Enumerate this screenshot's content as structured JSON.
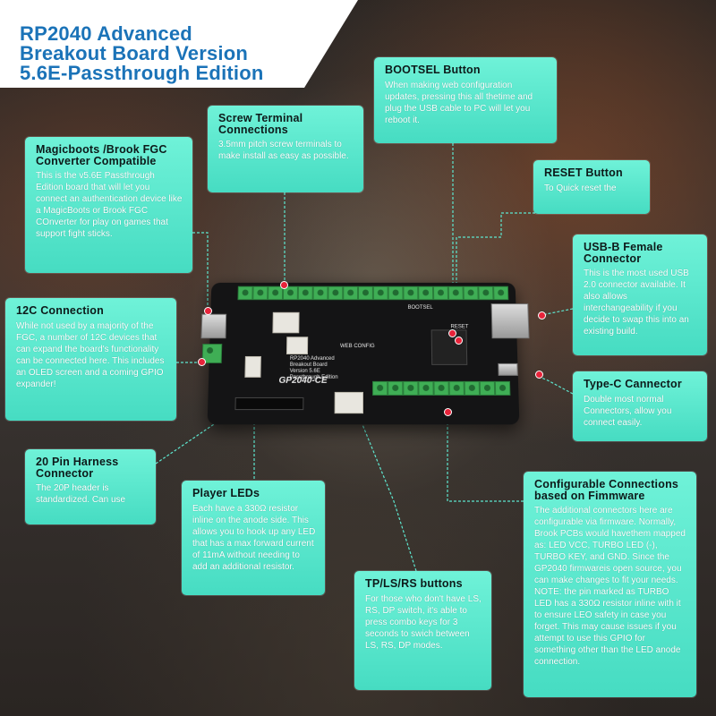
{
  "title": {
    "line1": "RP2040 Advanced",
    "line2": "Breakout Board Version",
    "line3": "5.6E-Passthrough Edition"
  },
  "board": {
    "label_web": "WEB CONFIG",
    "label_rp2040": "GP2040-CE",
    "label_desc": "RP2040 Advanced Breakout Board Version 5.6E Passthrough Edition",
    "label_bootsel": "BOOTSEL",
    "label_reset": "RESET"
  },
  "callouts": {
    "bootsel": {
      "title": "BOOTSEL Button",
      "text": "When making web configuration updates, pressing this all thetime and plug the USB cable to PC will let you reboot it."
    },
    "screw": {
      "title": "Screw Terminal Connections",
      "text": "3.5mm pitch screw terminals to make install as easy as possible."
    },
    "magicboots": {
      "title": "Magicboots /Brook FGC Converter Compatible",
      "text": "This is the v5.6E Passthrough Edition board that will let you connect an authentication device like a MagicBoots or Brook FGC COnverter for play on games that support fight sticks."
    },
    "reset": {
      "title": "RESET Button",
      "text": "To Quick reset the"
    },
    "usbb": {
      "title": "USB-B Female Connector",
      "text": "This is the most used USB 2.0 connector available. It also allows interchangeability if you decide to swap this into an existing build."
    },
    "i2c": {
      "title": "12C Connection",
      "text": "While not used by a majority of the FGC, a number of 12C devices that can expand the board's functionality can be connected here. This includes an OLED screen and a coming GPIO expander!"
    },
    "typec": {
      "title": "Type-C Cannector",
      "text": "Double most normal Connectors, allow you connect easily."
    },
    "harness": {
      "title": "20 Pin Harness Connector",
      "text": "The 20P header is standardized. Can use"
    },
    "leds": {
      "title": "Player LEDs",
      "text": "Each have a 330Ω resistor inline on the anode side. This allows you to hook up any LED that has a max forward current of 11mA without needing to add an additional resistor."
    },
    "configurable": {
      "title": "Configurable Connections based on Fimmware",
      "text": "The additional connectors here are configurable via firmware. Normally, Brook PCBs would havethem mapped as: LED VCC, TURBO LED (-), TURBO KEY, and GND. Since the GP2040 firmwareis open source, you can make changes to fit your needs. NOTE: the pin marked as TURBO LED has a 330Ω resistor inline with it to ensure LEO safety in case you forget. This may cause issues if you attempt to use this GPIO for something other than the LED anode connection."
    },
    "tplsrs": {
      "title": "TP/LS/RS buttons",
      "text": "For those who don't have LS, RS, DP switch, it's able to press combo keys for 3 seconds to swich between LS, RS, DP modes."
    }
  },
  "colors": {
    "title": "#1b73b8",
    "callout_bg": "#55e3c9",
    "marker": "#e8233a",
    "terminal": "#3fae55"
  }
}
